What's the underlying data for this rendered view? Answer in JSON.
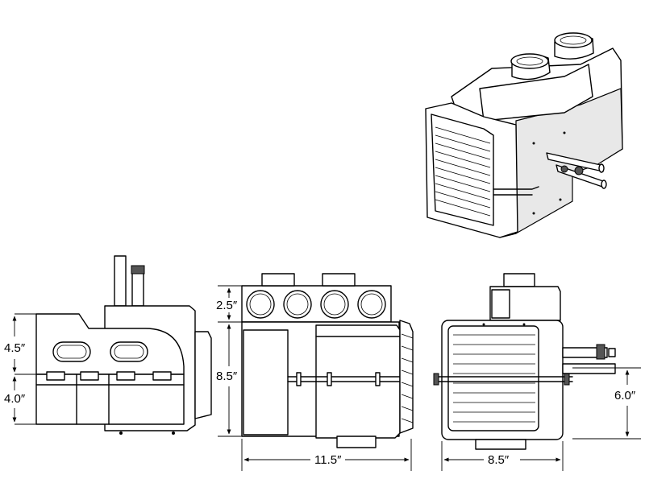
{
  "dimensions": {
    "side_top": "4.5″",
    "side_bottom": "4.0″",
    "front_duct": "2.5″",
    "front_body": "8.5″",
    "front_width": "11.5″",
    "end_width": "8.5″",
    "end_pipe_height": "6.0″"
  }
}
